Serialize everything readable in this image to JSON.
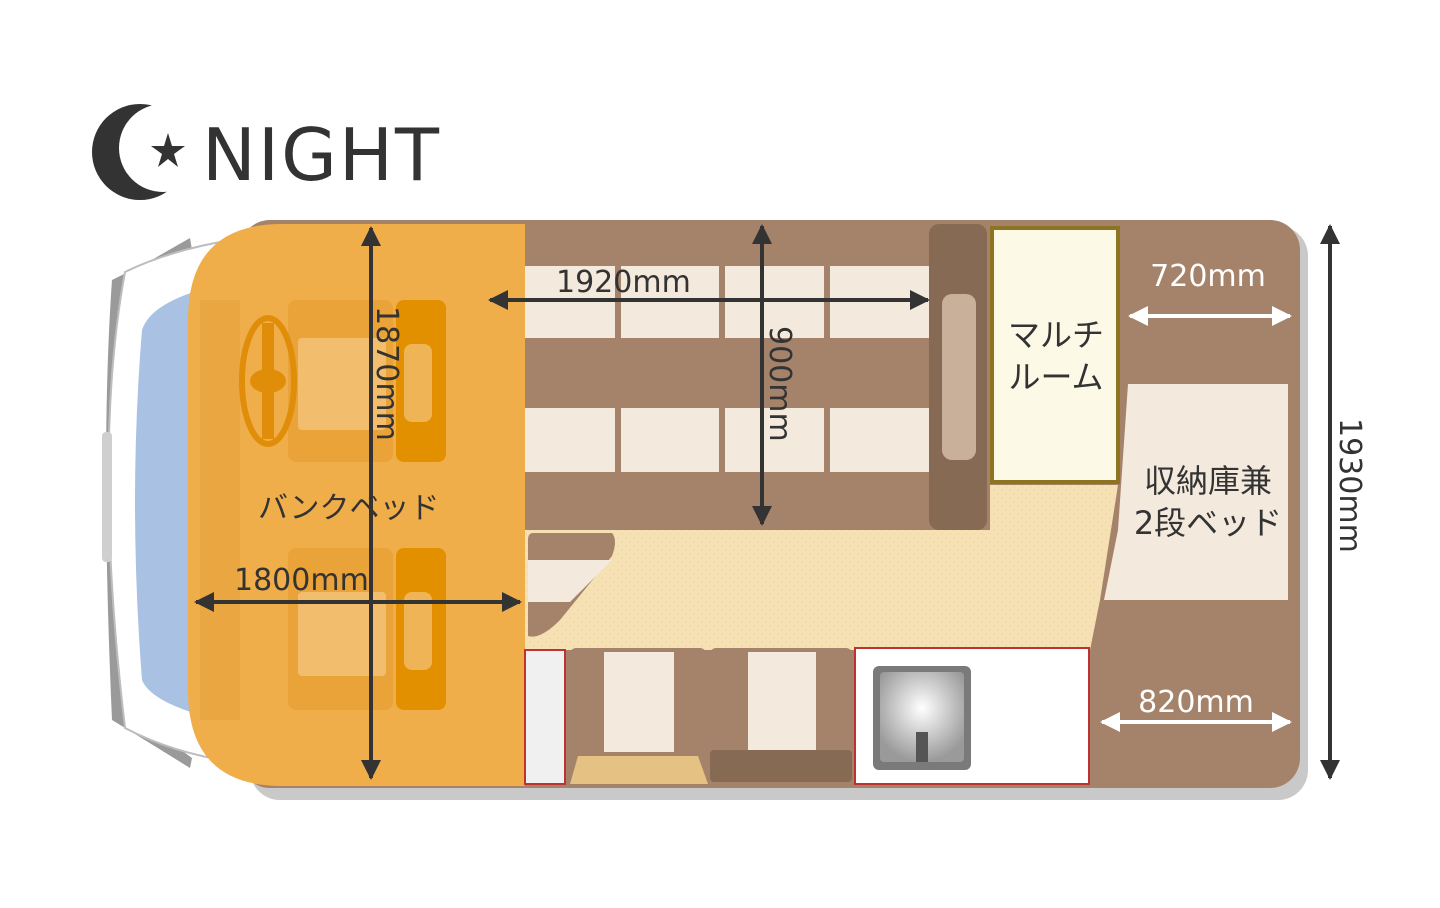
{
  "header": {
    "title": "NIGHT",
    "icon": "crescent-moon-star-icon"
  },
  "labels": {
    "bunk_bed": "バンクベッド",
    "multi_room_line1": "マルチ",
    "multi_room_line2": "ルーム",
    "storage_line1": "収納庫兼",
    "storage_line2": "2段ベッド"
  },
  "dimensions": {
    "bunk_height": "1870mm",
    "bunk_width": "1800mm",
    "dinette_width": "1920mm",
    "dinette_depth": "900mm",
    "rear_top": "720mm",
    "rear_bottom": "820mm",
    "total_width": "1930mm"
  },
  "colors": {
    "bunk_orange": "#f0ae4a",
    "seat_brown": "#a5836a",
    "cream": "#f3e9dd",
    "floor": "#f6e1b5",
    "multi_room_border": "#8d7420",
    "arrow": "#333333",
    "window_blue": "#a9c1e3"
  }
}
